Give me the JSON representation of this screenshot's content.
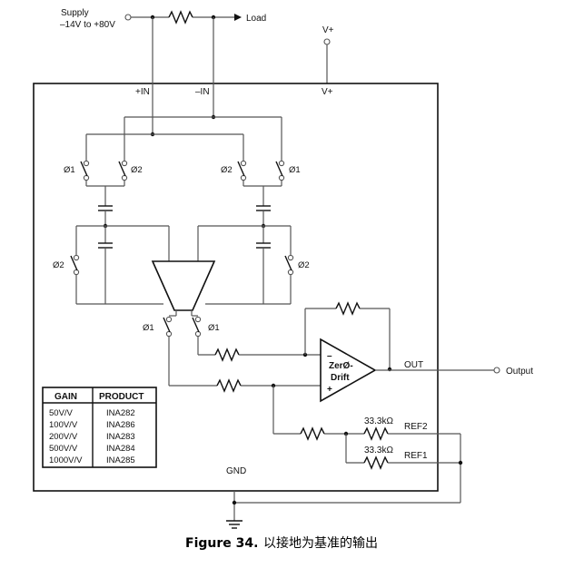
{
  "supply": {
    "label": "Supply",
    "range": "–14V  to  +80V"
  },
  "load_label": "Load",
  "vplus_outside": "V+",
  "pins": {
    "plus_in": "+IN",
    "minus_in": "–IN",
    "vplus_inside": "V+",
    "gnd": "GND",
    "out": "OUT",
    "output": "Output"
  },
  "switch_labels": {
    "phi1": "Ø1",
    "phi2": "Ø2"
  },
  "amp": {
    "minus": "–",
    "plus": "+",
    "name1": "ZerØ-",
    "name2": "Drift"
  },
  "ref_resistor_value": "33.3kΩ",
  "refs": {
    "ref2": "REF2",
    "ref1": "REF1"
  },
  "table": {
    "headers": [
      "GAIN",
      "PRODUCT"
    ],
    "rows": [
      [
        "50V/V",
        "INA282"
      ],
      [
        "100V/V",
        "INA286"
      ],
      [
        "200V/V",
        "INA283"
      ],
      [
        "500V/V",
        "INA284"
      ],
      [
        "1000V/V",
        "INA285"
      ]
    ]
  },
  "caption": {
    "figure": "Figure 34.",
    "text": "以接地为基准的输出"
  }
}
